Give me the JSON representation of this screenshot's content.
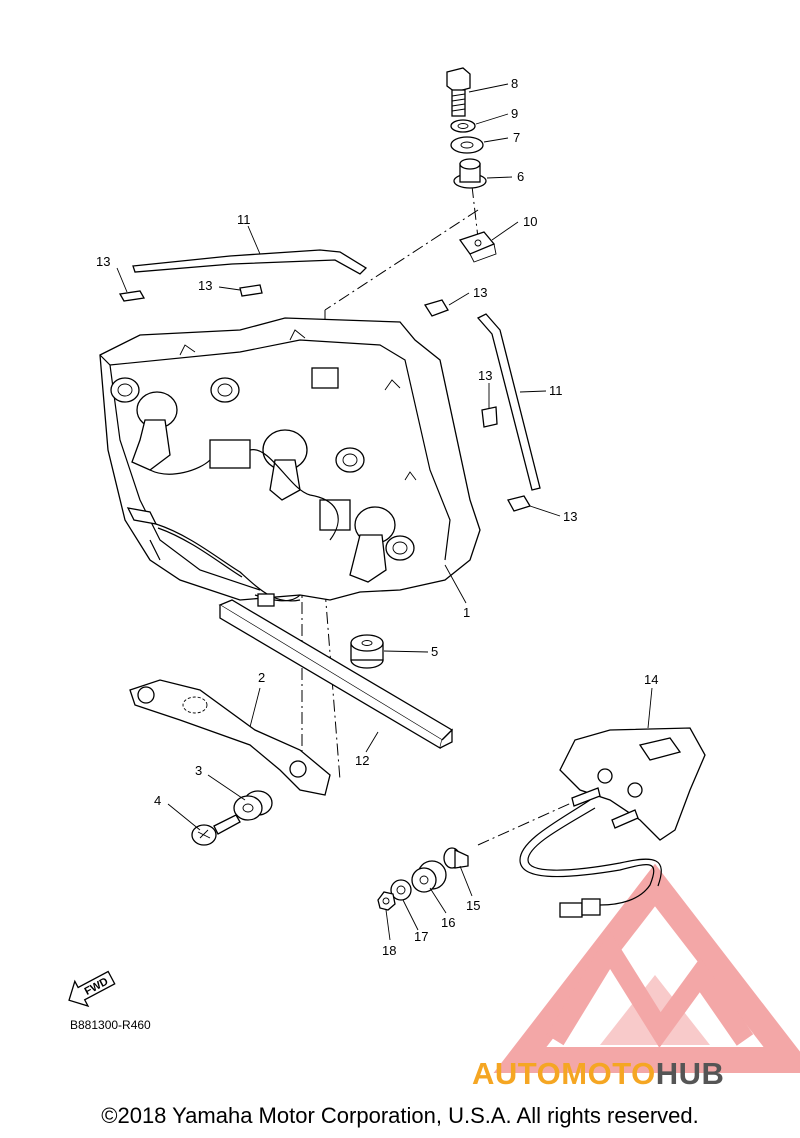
{
  "diagram": {
    "callouts": [
      {
        "id": "1",
        "label": "1"
      },
      {
        "id": "2",
        "label": "2"
      },
      {
        "id": "3",
        "label": "3"
      },
      {
        "id": "4",
        "label": "4"
      },
      {
        "id": "5",
        "label": "5"
      },
      {
        "id": "6",
        "label": "6"
      },
      {
        "id": "7",
        "label": "7"
      },
      {
        "id": "8",
        "label": "8"
      },
      {
        "id": "9",
        "label": "9"
      },
      {
        "id": "10",
        "label": "10"
      },
      {
        "id": "11a",
        "label": "11"
      },
      {
        "id": "11b",
        "label": "11"
      },
      {
        "id": "12",
        "label": "12"
      },
      {
        "id": "13a",
        "label": "13"
      },
      {
        "id": "13b",
        "label": "13"
      },
      {
        "id": "13c",
        "label": "13"
      },
      {
        "id": "13d",
        "label": "13"
      },
      {
        "id": "13e",
        "label": "13"
      },
      {
        "id": "14",
        "label": "14"
      },
      {
        "id": "15",
        "label": "15"
      },
      {
        "id": "16",
        "label": "16"
      },
      {
        "id": "17",
        "label": "17"
      },
      {
        "id": "18",
        "label": "18"
      }
    ],
    "fwd_arrow_label": "FWD",
    "diagram_code": "B881300-R460"
  },
  "watermark": {
    "part1": "AUTOMOTO",
    "part2": "HUB",
    "color1": "#f5a623",
    "color2": "#555555",
    "logo_color": "#f08a8a"
  },
  "footer": {
    "copyright": "©2018 Yamaha Motor Corporation, U.S.A. All rights reserved."
  }
}
